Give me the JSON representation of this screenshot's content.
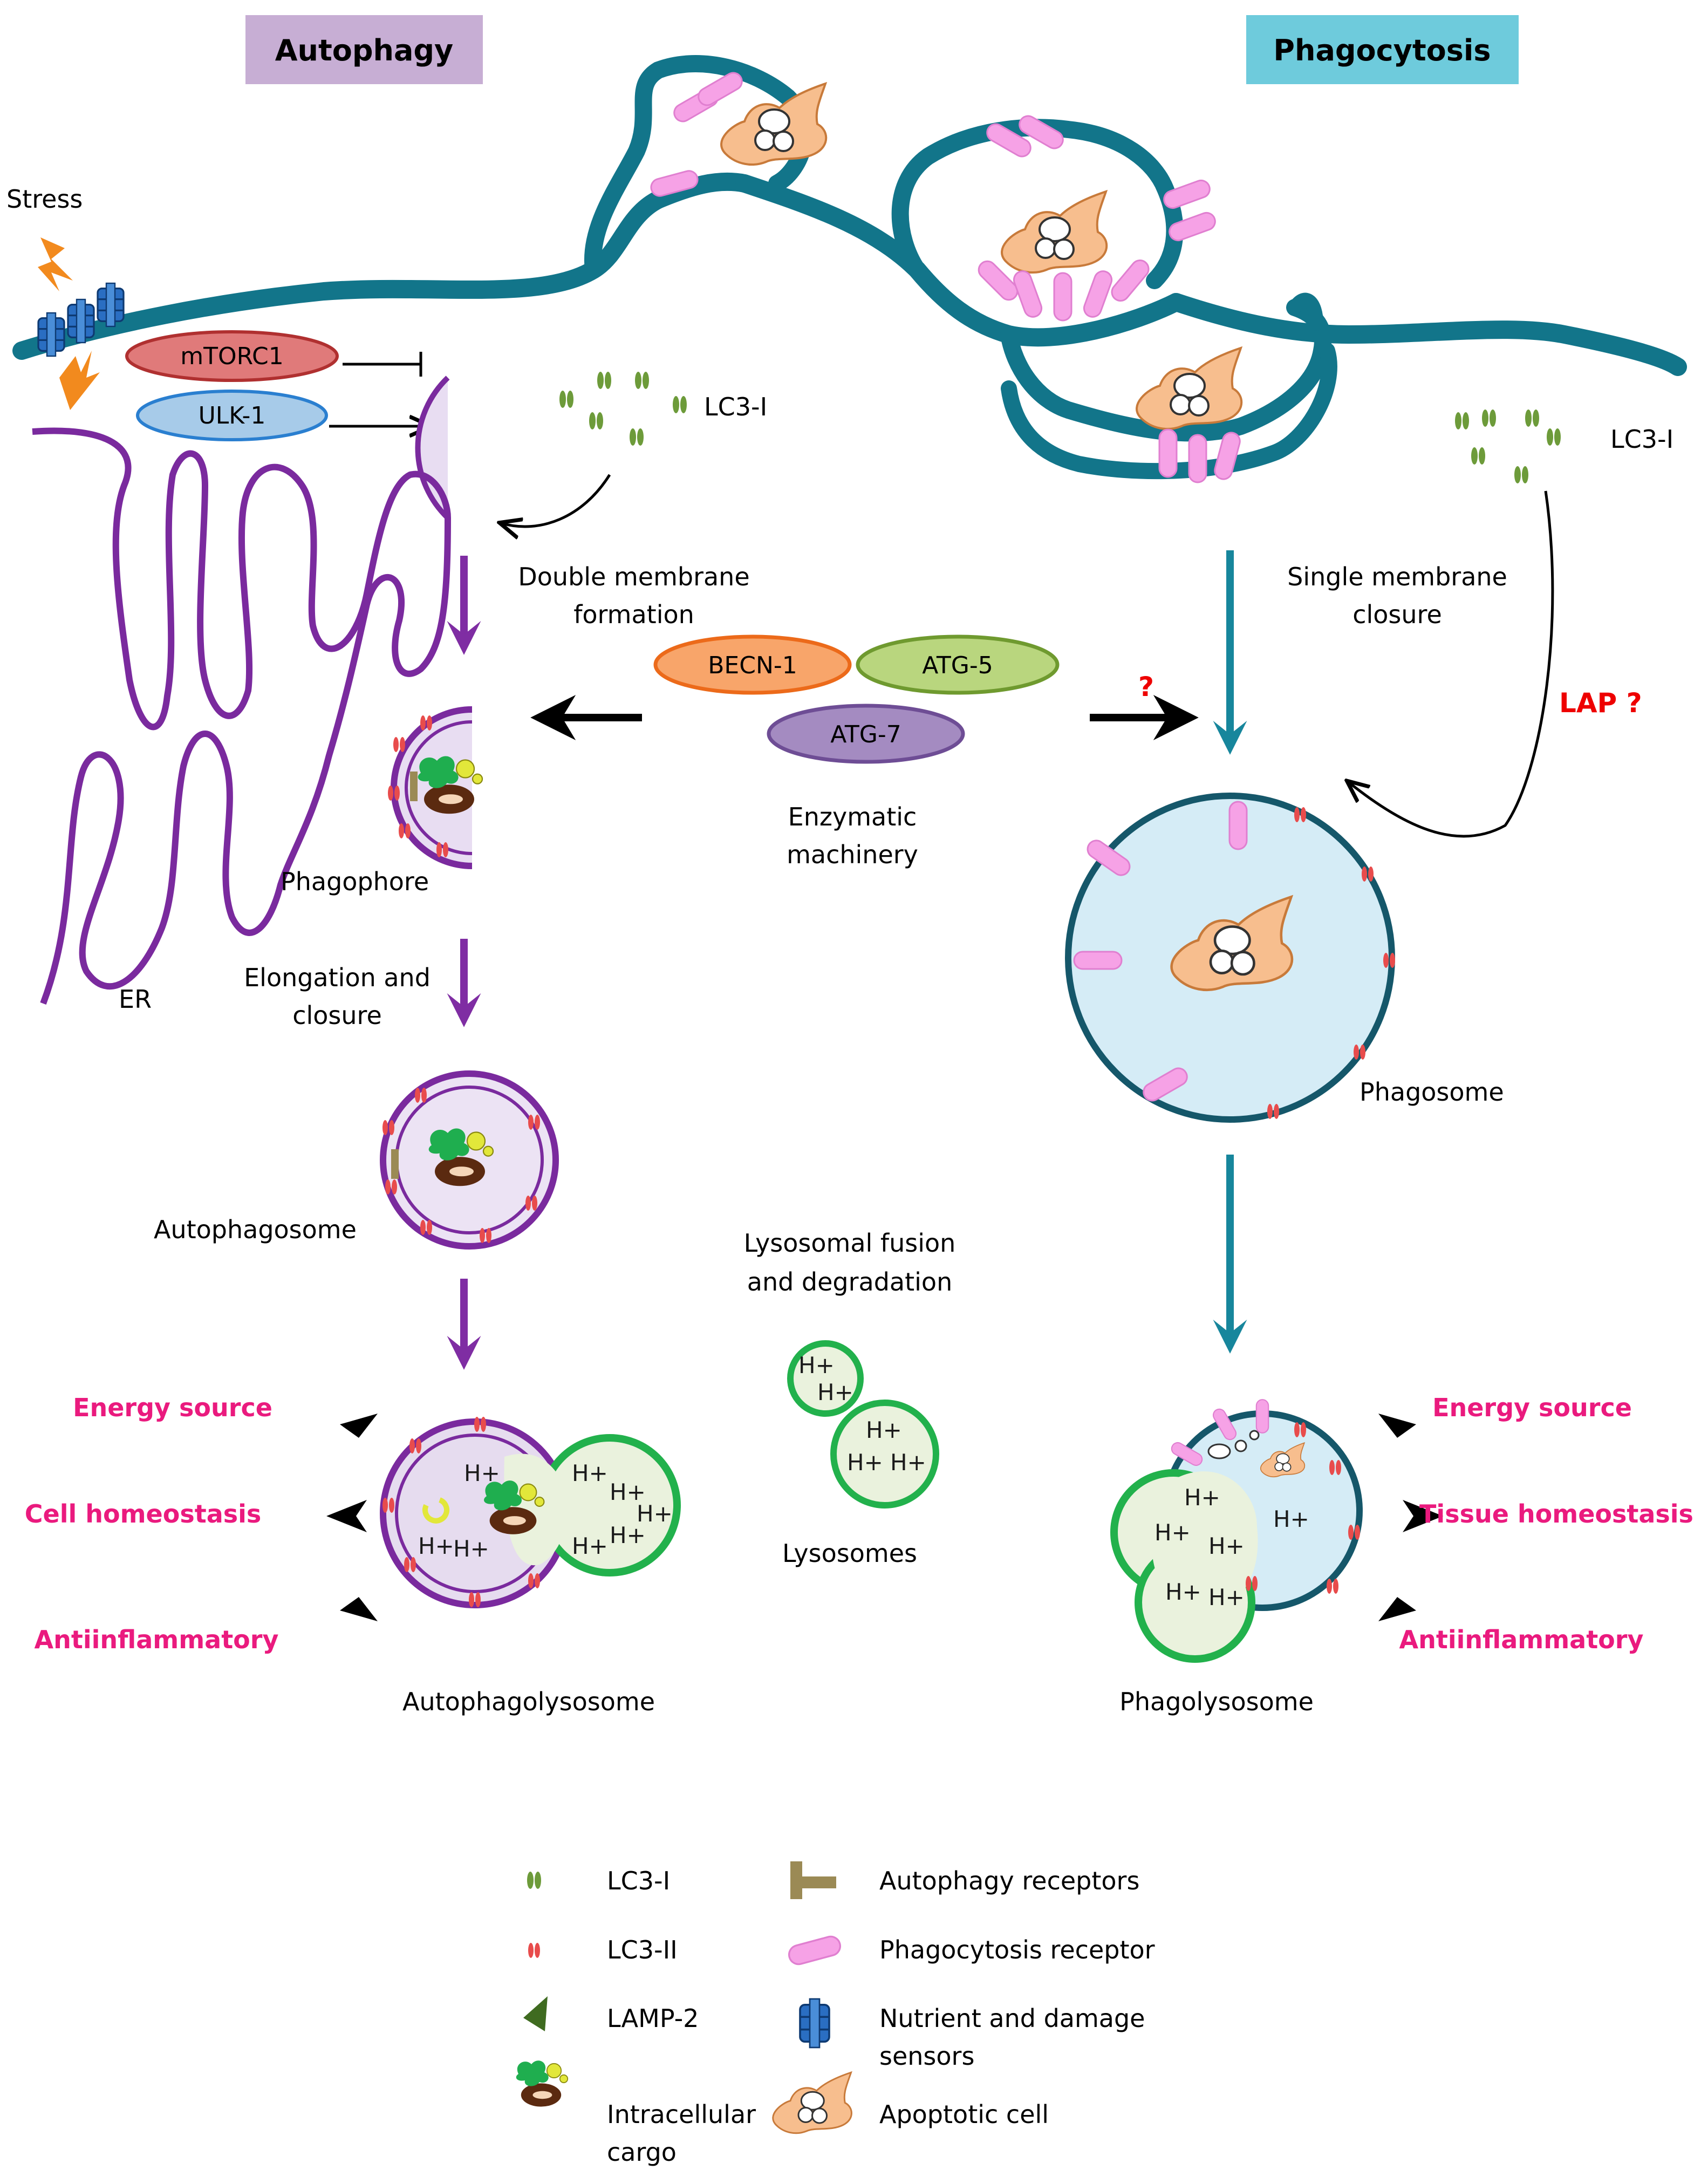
{
  "headers": {
    "autophagy": "Autophagy",
    "phagocytosis": "Phagocytosis"
  },
  "labels": {
    "stress": "Stress",
    "mtorc1": "mTORC1",
    "ulk1": "ULK-1",
    "lc3i_left": "LC3-I",
    "lc3i_right": "LC3-I",
    "double_membrane_line1": "Double membrane",
    "double_membrane_line2": "formation",
    "single_membrane_line1": "Single membrane",
    "single_membrane_line2": "closure",
    "becn1": "BECN-1",
    "atg5": "ATG-5",
    "atg7": "ATG-7",
    "question": "?",
    "lap": "LAP ?",
    "enzymatic_line1": "Enzymatic",
    "enzymatic_line2": "machinery",
    "phagophore": "Phagophore",
    "er": "ER",
    "elongation_line1": "Elongation and",
    "elongation_line2": "closure",
    "phagosome": "Phagosome",
    "autophagosome": "Autophagosome",
    "lysosomal_line1": "Lysosomal fusion",
    "lysosomal_line2": "and degradation",
    "lysosomes": "Lysosomes",
    "autophagolysosome": "Autophagolysosome",
    "phagolysosome": "Phagolysosome",
    "hplus": "H+"
  },
  "outcomes_left": [
    "Energy source",
    "Cell homeostasis",
    "Antiinflammatory"
  ],
  "outcomes_right": [
    "Energy source",
    "Tissue homeostasis",
    "Antiinflammatory"
  ],
  "legend": {
    "left": [
      {
        "icon": "lc3-i-icon",
        "lines": [
          "LC3-I"
        ]
      },
      {
        "icon": "lc3-ii-icon",
        "lines": [
          "LC3-II"
        ]
      },
      {
        "icon": "lamp-2-icon",
        "lines": [
          "LAMP-2"
        ]
      },
      {
        "icon": "intracellular-cargo-icon",
        "lines": [
          "Intracellular",
          "cargo"
        ]
      }
    ],
    "right": [
      {
        "icon": "autophagy-receptor-icon",
        "lines": [
          "Autophagy receptors"
        ]
      },
      {
        "icon": "phagocytosis-receptor-icon",
        "lines": [
          "Phagocytosis  receptor"
        ]
      },
      {
        "icon": "nutrient-sensor-icon",
        "lines": [
          "Nutrient and damage",
          "sensors"
        ]
      },
      {
        "icon": "apoptotic-cell-icon",
        "lines": [
          "Apoptotic cell"
        ]
      }
    ]
  },
  "colors": {
    "autophagy_header": "#c7aed4",
    "phagocytosis_header": "#6ecbdc",
    "membrane": "#12758a",
    "er_purple": "#7a2a9e",
    "autophagy_arrow": "#7f2da3",
    "phago_arrow": "#17869c",
    "lysosome_green": "#22b14c",
    "outcome_pink": "#ea1a7e",
    "lc3i_green": "#6d9b3a",
    "lc3ii_red": "#e84c4c",
    "receptor_pink": "#f6a2e6",
    "apoptotic_cell": "#f7be8e"
  }
}
